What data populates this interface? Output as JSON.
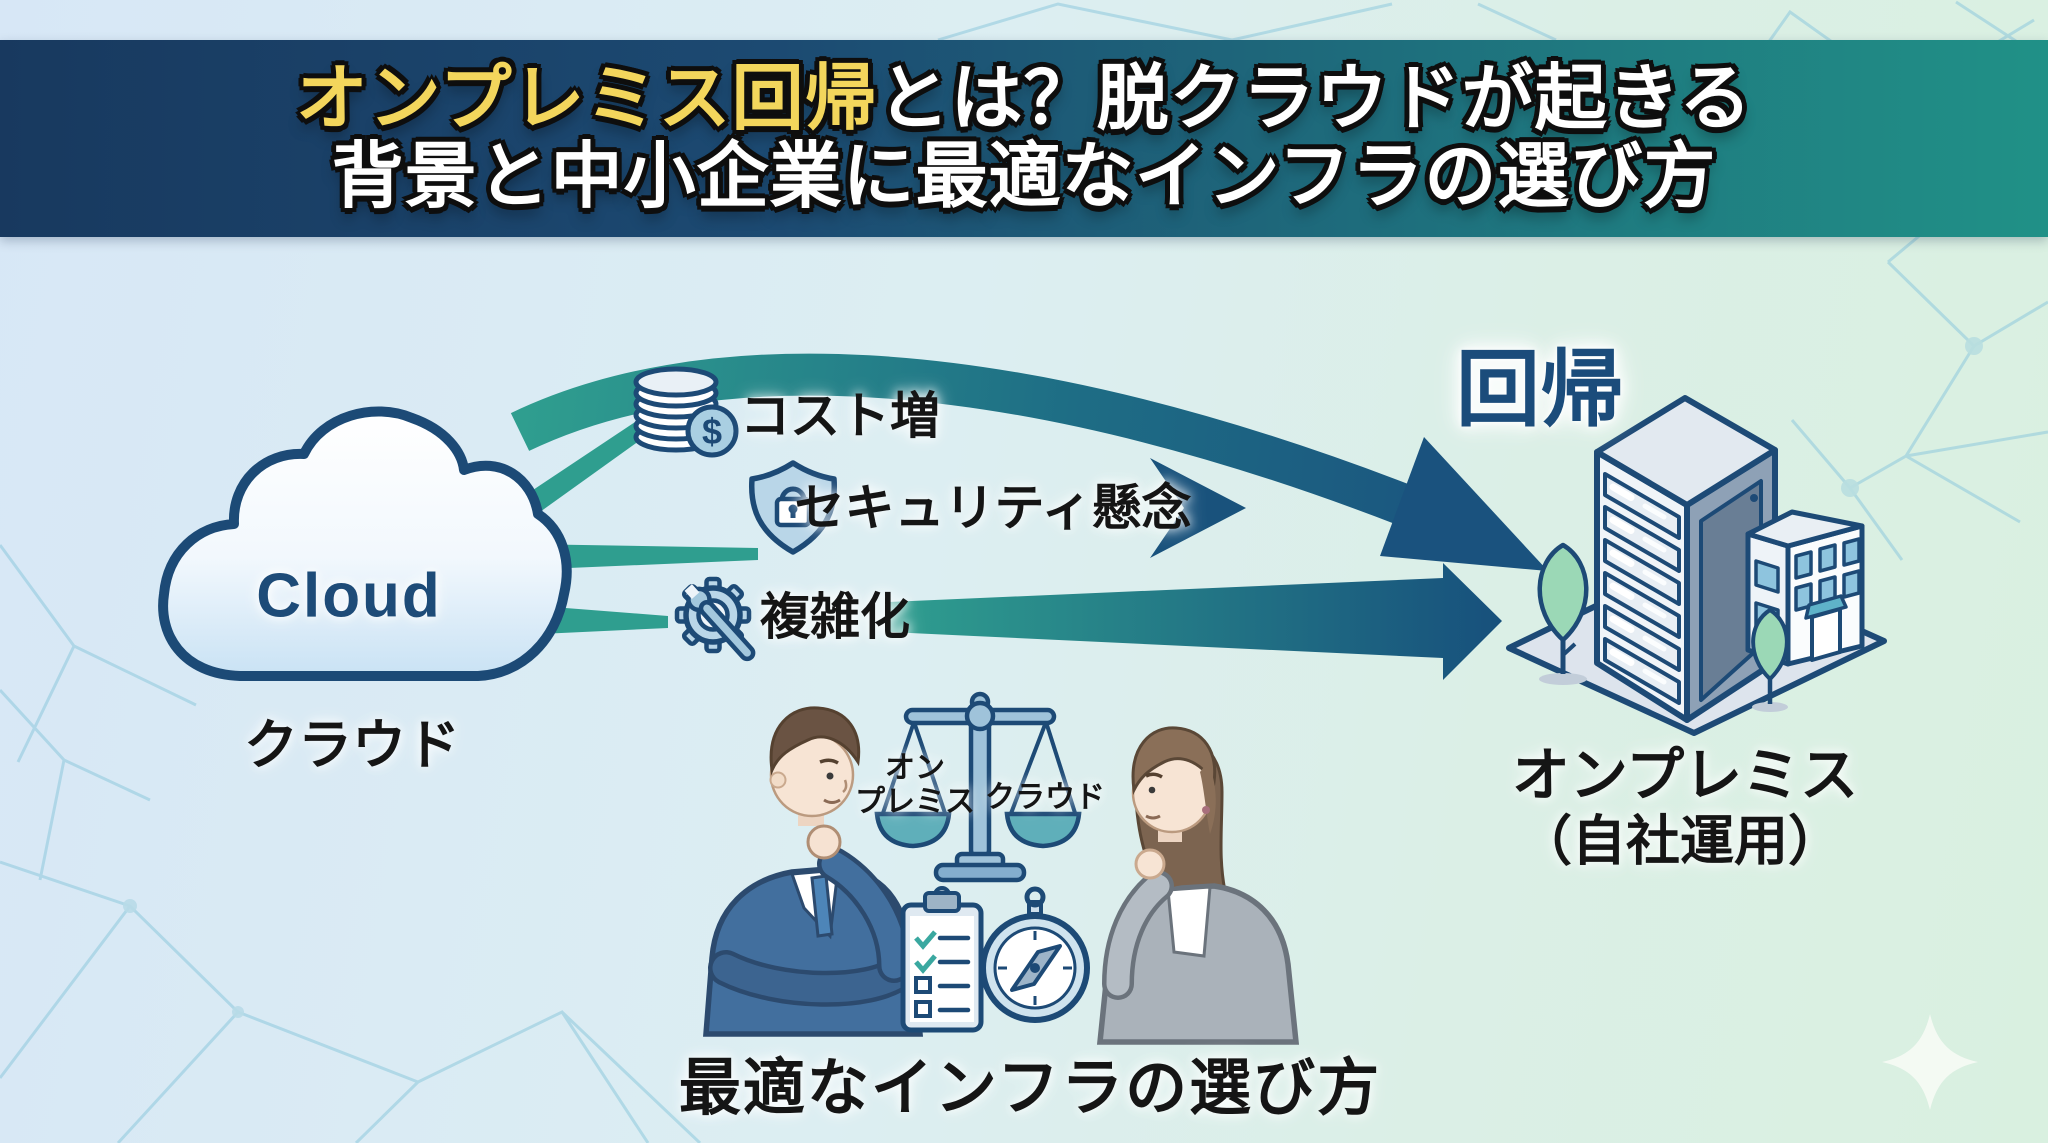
{
  "banner": {
    "line1_highlight": "オンプレミス回帰",
    "line1_rest": "とは？脱クラウドが起きる",
    "line2": "背景と中小企業に最適なインフラの選び方"
  },
  "cloud": {
    "name": "Cloud",
    "caption": "クラウド"
  },
  "reasons": [
    {
      "icon": "coins-dollar-icon",
      "label": "コスト増"
    },
    {
      "icon": "shield-lock-icon",
      "label": "セキュリティ懸念"
    },
    {
      "icon": "gear-wrench-icon",
      "label": "複雑化"
    }
  ],
  "return_label": "回帰",
  "onpremise": {
    "title": "オンプレミス",
    "subtitle": "（自社運用）"
  },
  "comparison": {
    "scale_left_line1": "オン",
    "scale_left_line2": "プレミス",
    "scale_right": "クラウド",
    "caption": "最適なインフラの選び方"
  },
  "icons": {
    "dollar": "$"
  },
  "colors": {
    "banner_left": "#18395f",
    "banner_right": "#209187",
    "highlight_yellow": "#f3d65c",
    "arrow_teal": "#2f9e8f",
    "arrow_navy": "#1a527e",
    "label_navy": "#1b4c7b",
    "outline_navy": "#1d4a76"
  }
}
